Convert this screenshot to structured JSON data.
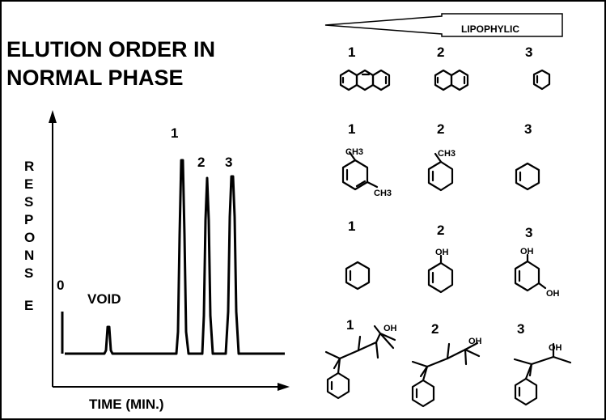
{
  "title_line1": "ELUTION ORDER IN",
  "title_line2": "NORMAL PHASE",
  "arrow_label": "LIPOPHYLIC",
  "chromatogram": {
    "y_label_letters": [
      "R",
      "E",
      "S",
      "P",
      "O",
      "N",
      "S",
      "E"
    ],
    "x_label": "TIME (MIN.)",
    "zero_label": "0",
    "void_label": "VOID",
    "peak_labels": [
      "1",
      "2",
      "3"
    ]
  },
  "rows": [
    {
      "numbers": [
        "1",
        "2",
        "3"
      ],
      "compounds": [
        "anthracene-icon",
        "naphthalene-icon",
        "benzene-icon"
      ]
    },
    {
      "numbers": [
        "1",
        "2",
        "3"
      ],
      "compounds": [
        "m-xylene-icon",
        "toluene-icon",
        "benzene-icon"
      ],
      "labels": [
        "CH3",
        "CH3",
        "CH3"
      ]
    },
    {
      "numbers": [
        "1",
        "2",
        "3"
      ],
      "compounds": [
        "benzene-icon",
        "phenol-icon",
        "resorcinol-icon"
      ],
      "labels": [
        "OH",
        "OH",
        "OH"
      ]
    },
    {
      "numbers": [
        "1",
        "2",
        "3"
      ],
      "compounds": [
        "phenyl-alcohol-long-icon",
        "phenyl-alcohol-mid-icon",
        "phenyl-alcohol-short-icon"
      ],
      "labels": [
        "OH",
        "OH",
        "OH"
      ]
    }
  ]
}
